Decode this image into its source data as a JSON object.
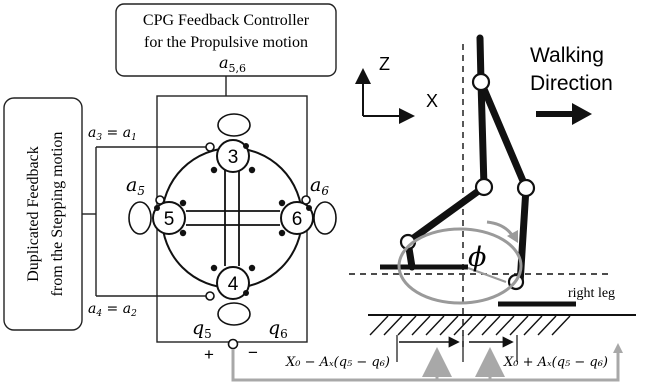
{
  "controller_box": {
    "line1": "CPG Feedback Controller",
    "line2": "for the Propulsive motion",
    "param_base": "a",
    "param_sub": "5,6"
  },
  "stepping_box": {
    "line1": "Duplicated Feedback",
    "line2": "from the Stepping motion"
  },
  "oscillators": {
    "n3": "3",
    "n4": "4",
    "n5": "5",
    "n6": "6"
  },
  "left_labels": {
    "a3": "a",
    "a3_sub": "3",
    "a3_eq": " = a",
    "a3_eq_sub": "1",
    "a4": "a",
    "a4_sub": "4",
    "a4_eq": " = a",
    "a4_eq_sub": "2",
    "a5": "a",
    "a5_sub": "5",
    "a6": "a",
    "a6_sub": "6"
  },
  "outputs": {
    "q5": "q",
    "q5_sub": "5",
    "q6": "q",
    "q6_sub": "6",
    "plus": "+",
    "minus": "−"
  },
  "axes": {
    "z": "Z",
    "x": "X"
  },
  "walking": {
    "line1": "Walking",
    "line2": "Direction"
  },
  "leg": {
    "phi": "ϕ",
    "right_leg": "right leg"
  },
  "formulas": {
    "left": "X₀ − Aₓ(q₅ − q₆)",
    "right": "X₀ + Aₓ(q₅ − q₆)"
  },
  "colors": {
    "ink": "#111111",
    "gray_loop": "#9a9a9a",
    "gray_arrow": "#a8a8a8"
  }
}
